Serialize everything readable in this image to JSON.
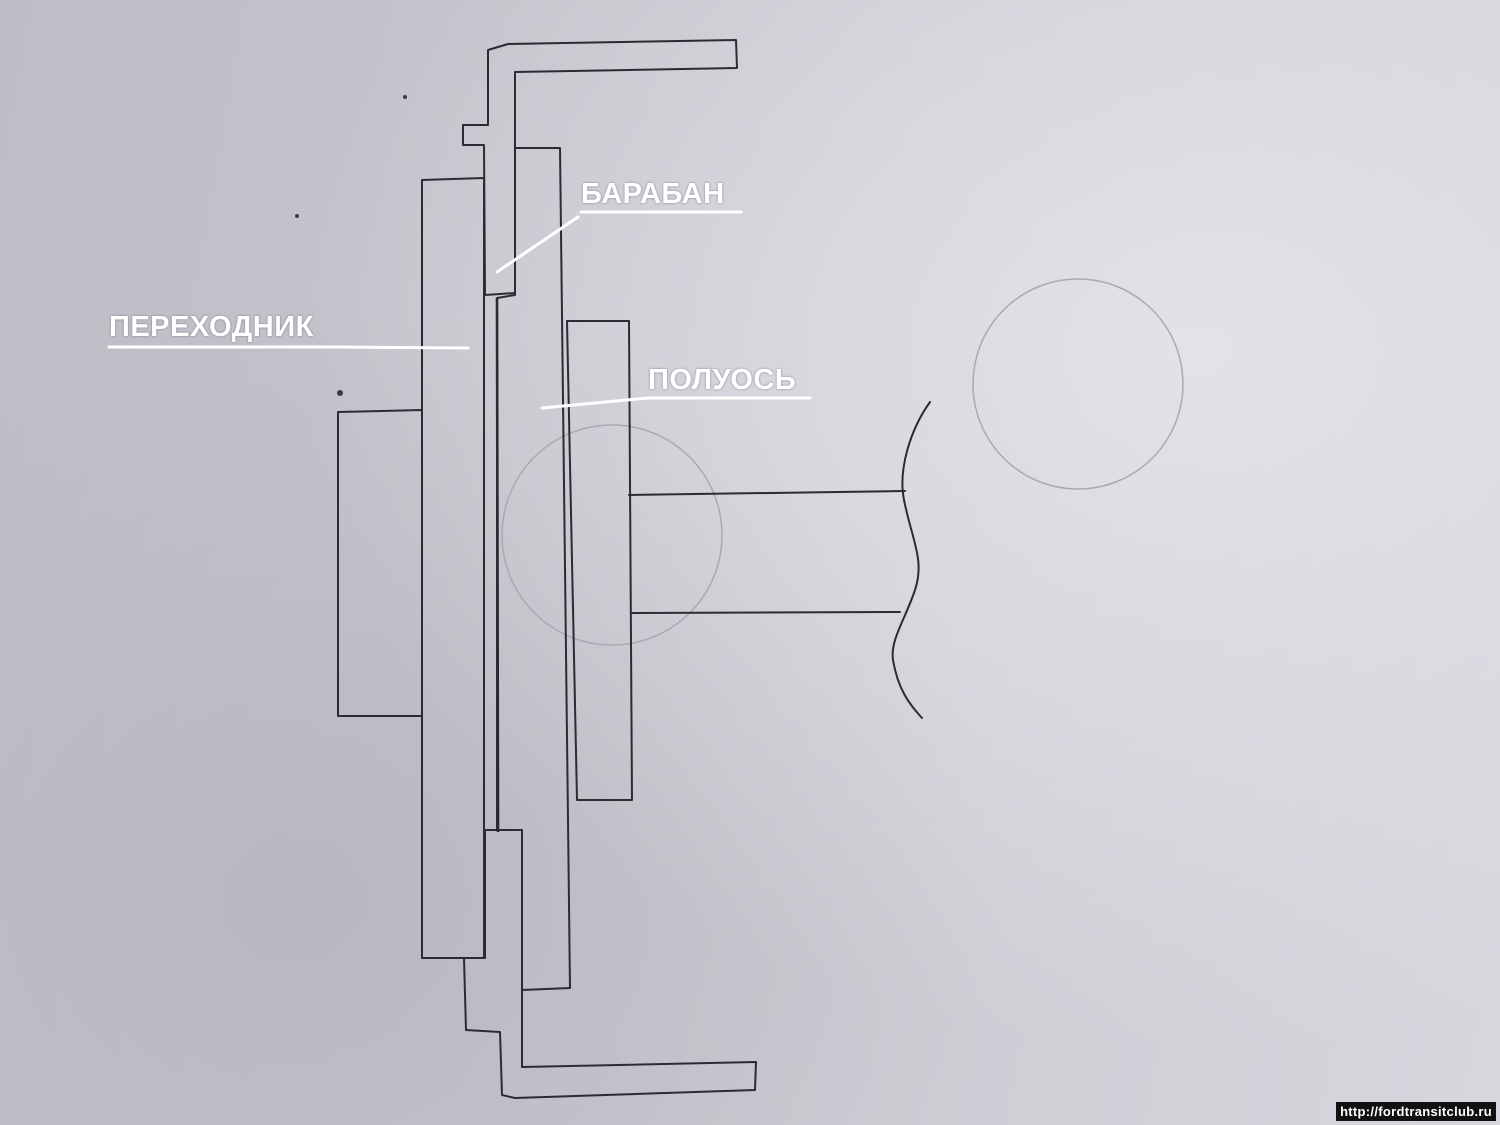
{
  "labels": {
    "baraban": "БАРАБАН",
    "perekhodnik": "ПЕРЕХОДНИК",
    "poluos": "ПОЛУОСЬ"
  },
  "watermark": "http://fordtransitclub.ru",
  "colors": {
    "label_text": "#ffffff",
    "pencil": "#2b2b33",
    "paper": "#c8c8d0",
    "watermark_bg": "#111111"
  }
}
